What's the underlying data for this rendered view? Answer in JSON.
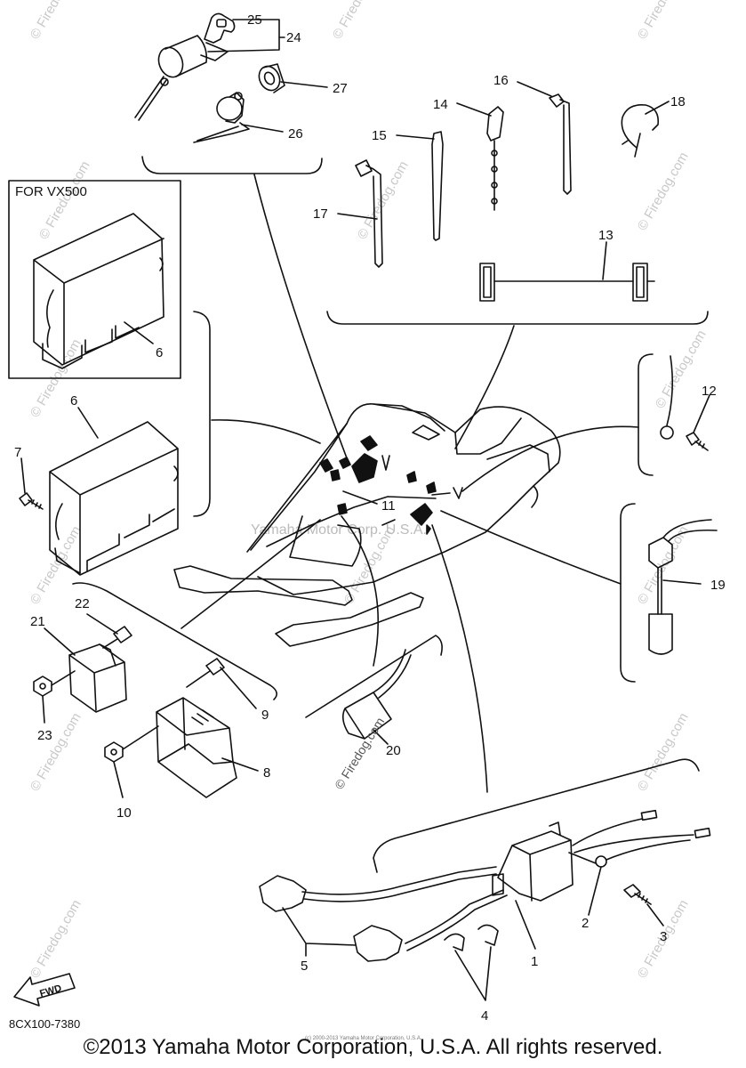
{
  "frame_label": "FOR VX500",
  "callouts": [
    "1",
    "2",
    "3",
    "4",
    "5",
    "6",
    "7",
    "8",
    "9",
    "10",
    "11",
    "12",
    "13",
    "14",
    "15",
    "16",
    "17",
    "18",
    "19",
    "20",
    "21",
    "22",
    "23",
    "24",
    "25",
    "26",
    "27"
  ],
  "watermark_center": "Yamaha Motor Corp. U.S.A.",
  "watermark_side": "© Firedog.com",
  "watermark_20": "© Firedog.com",
  "fwd_label": "FWD",
  "diagram_code": "8CX100-7380",
  "copyright": "©2013 Yamaha Motor Corporation, U.S.A. All rights reserved.",
  "fine_print": "(c) 2000-2013 Yamaha Motor Corporation, U.S.A."
}
